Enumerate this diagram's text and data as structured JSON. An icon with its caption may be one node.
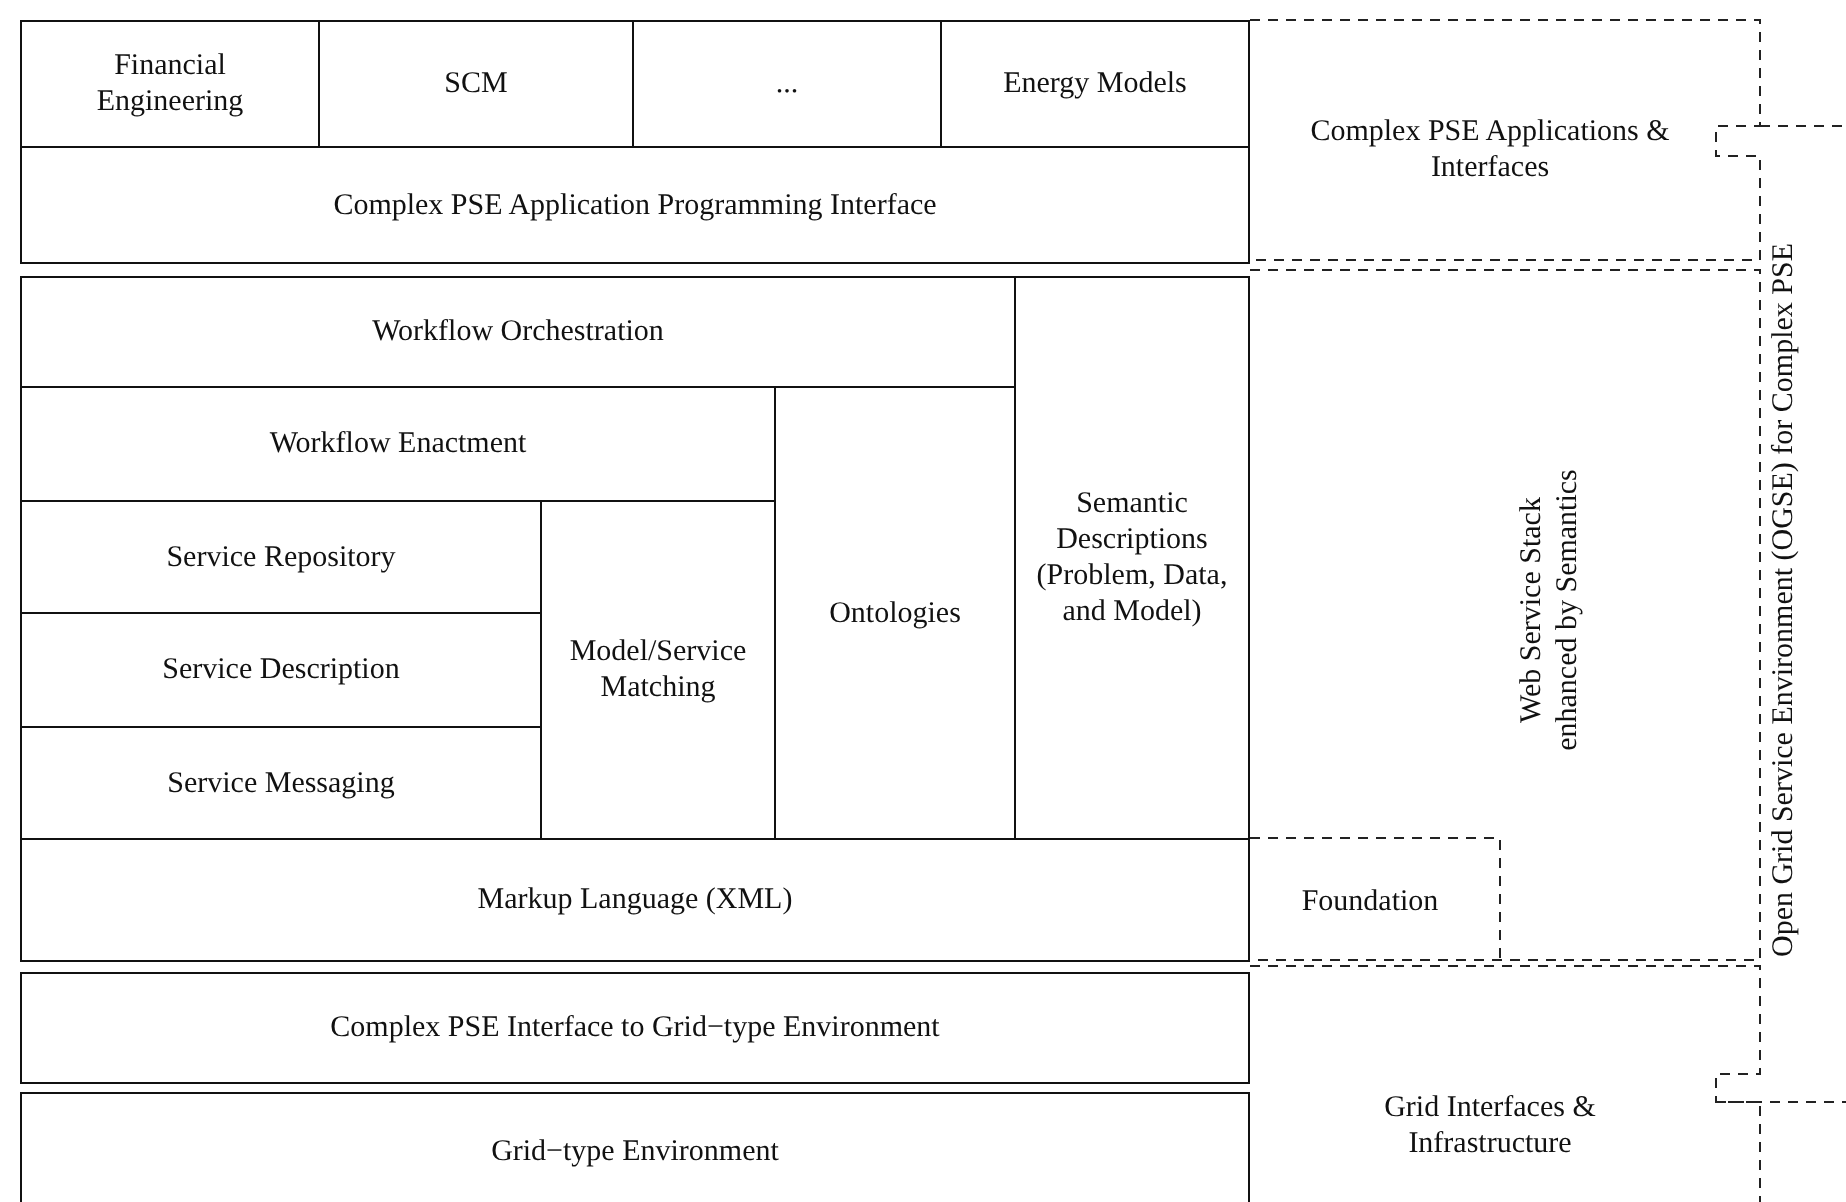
{
  "diagram": {
    "nodes": [
      {
        "text": [
          "Financial Engineering"
        ]
      },
      {
        "text": [
          "SCM"
        ]
      },
      {
        "text": [
          "..."
        ]
      },
      {
        "text": [
          "Energy Models"
        ]
      },
      {
        "text": [
          "Complex PSE Application Programming Interface"
        ]
      },
      {
        "text": [
          "Workflow Orchestration"
        ]
      },
      {
        "text": [
          "Semantic Descriptions (Problem, Data, and Model)"
        ]
      },
      {
        "text": [
          "Workflow Enactment"
        ]
      },
      {
        "text": [
          "Ontologies"
        ]
      },
      {
        "text": [
          "Service Repository"
        ]
      },
      {
        "text": [
          "Model/Service Matching"
        ]
      },
      {
        "text": [
          "Service Description"
        ]
      },
      {
        "text": [
          "Service Messaging"
        ]
      },
      {
        "text": [
          "Markup Language (XML)"
        ]
      },
      {
        "text": [
          "Complex PSE Interface to Grid−type Environment"
        ]
      },
      {
        "text": [
          "Grid−type Environment"
        ]
      },
      {
        "text": [
          "Complex PSE Applications & Interfaces"
        ]
      },
      {
        "text": [
          "Web Service Stack enhanced by Semantics"
        ]
      },
      {
        "text": [
          "Foundation"
        ]
      },
      {
        "text": [
          "Grid Interfaces & Infrastructure"
        ]
      },
      {
        "text": [
          "Open Grid Service Environment (OGSE) for Complex PSE"
        ]
      }
    ]
  }
}
